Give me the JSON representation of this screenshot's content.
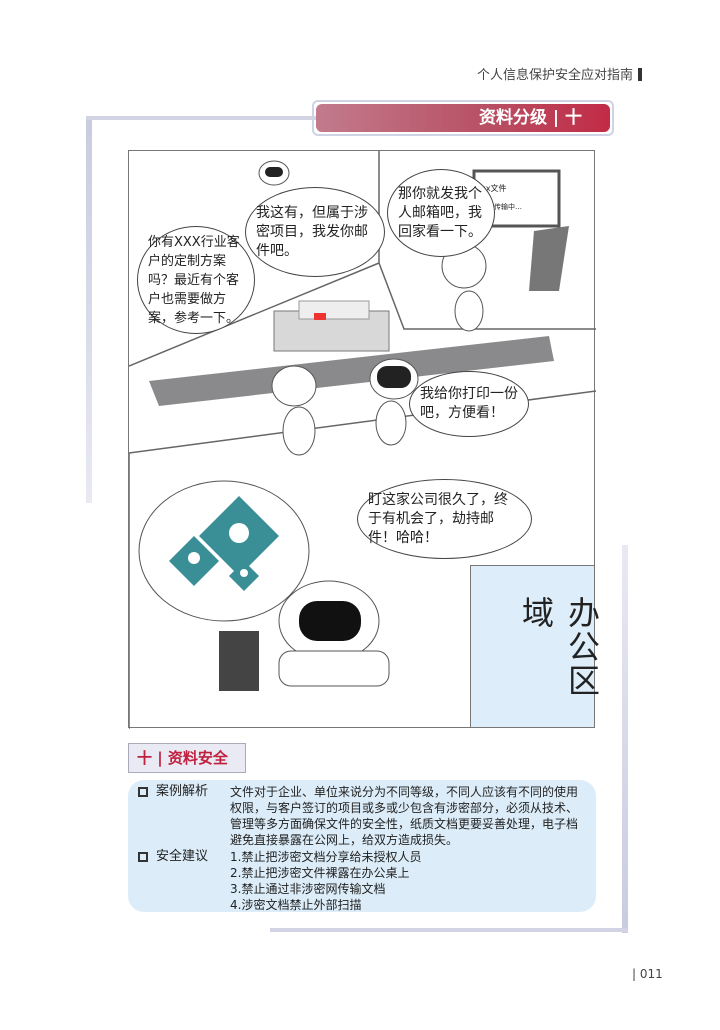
{
  "header": {
    "book_title": "个人信息保护安全应对指南"
  },
  "banner": {
    "title": "资料分级 | 十"
  },
  "comic": {
    "bubbles": [
      "你有XXX行业客户的定制方案吗？最近有个客户也需要做方案，参考一下。",
      "我这有，但属于涉密项目，我发你邮件吧。",
      "那你就发我个人邮箱吧，我回家看一下。",
      "我给你打印一份吧，方便看！",
      "盯这家公司很久了，终于有机会了，劫持邮件！哈哈！"
    ],
    "screen": {
      "file": "xx文件",
      "status": "传输中…"
    },
    "area_label": "办公区域"
  },
  "section": {
    "title": "十 | 资料安全"
  },
  "case": {
    "label": "案例解析",
    "text": "文件对于企业、单位来说分为不同等级，不同人应该有不同的使用权限，与客户签订的项目或多或少包含有涉密部分，必须从技术、管理等多方面确保文件的安全性，纸质文档更要妥善处理，电子档避免直接暴露在公网上，给双方造成损失。"
  },
  "advice": {
    "label": "安全建议",
    "items": [
      "1.禁止把涉密文档分享给未授权人员",
      "2.禁止把涉密文件裸露在办公桌上",
      "3.禁止通过非涉密网传输文档",
      "4.涉密文档禁止外部扫描"
    ]
  },
  "page_number": "011"
}
